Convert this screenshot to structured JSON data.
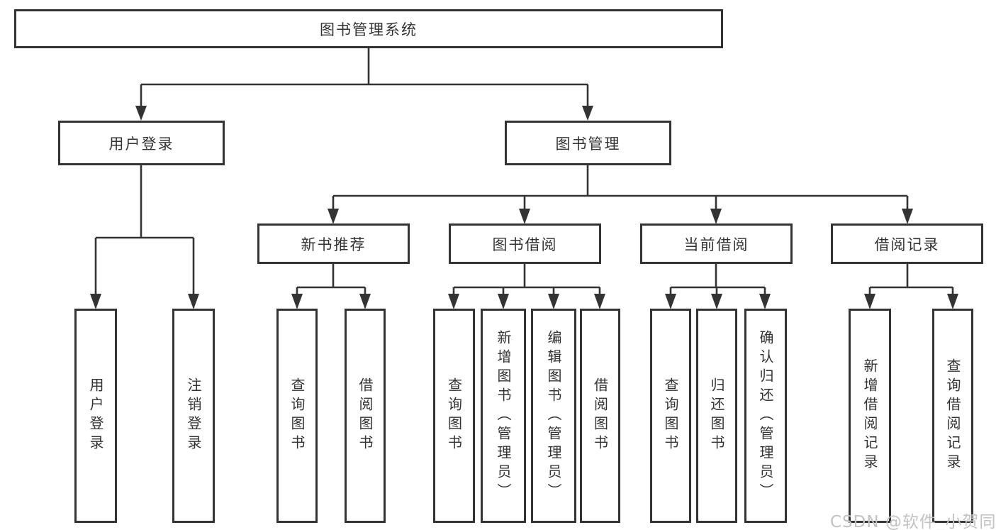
{
  "diagram_type": "hierarchy-tree",
  "colors": {
    "line": "#333333",
    "border": "#333333",
    "text": "#333333",
    "background": "#ffffff",
    "watermark": "#c2c2c2"
  },
  "tree": {
    "root": {
      "label": "图书管理系统",
      "children": [
        {
          "label": "用户登录",
          "children": [
            {
              "label": "用户登录"
            },
            {
              "label": "注销登录"
            }
          ]
        },
        {
          "label": "图书管理",
          "children": [
            {
              "label": "新书推荐",
              "children": [
                {
                  "label": "查询图书"
                },
                {
                  "label": "借阅图书"
                }
              ]
            },
            {
              "label": "图书借阅",
              "children": [
                {
                  "label": "查询图书"
                },
                {
                  "label": "新增图书（管理员）"
                },
                {
                  "label": "编辑图书（管理员）"
                },
                {
                  "label": "借阅图书"
                }
              ]
            },
            {
              "label": "当前借阅",
              "children": [
                {
                  "label": "查询图书"
                },
                {
                  "label": "归还图书"
                },
                {
                  "label": "确认归还（管理员）"
                }
              ]
            },
            {
              "label": "借阅记录",
              "children": [
                {
                  "label": "新增借阅记录"
                },
                {
                  "label": "查询借阅记录"
                }
              ]
            }
          ]
        }
      ]
    }
  },
  "watermark": {
    "text": "CSDN @软件_小贺同学"
  }
}
